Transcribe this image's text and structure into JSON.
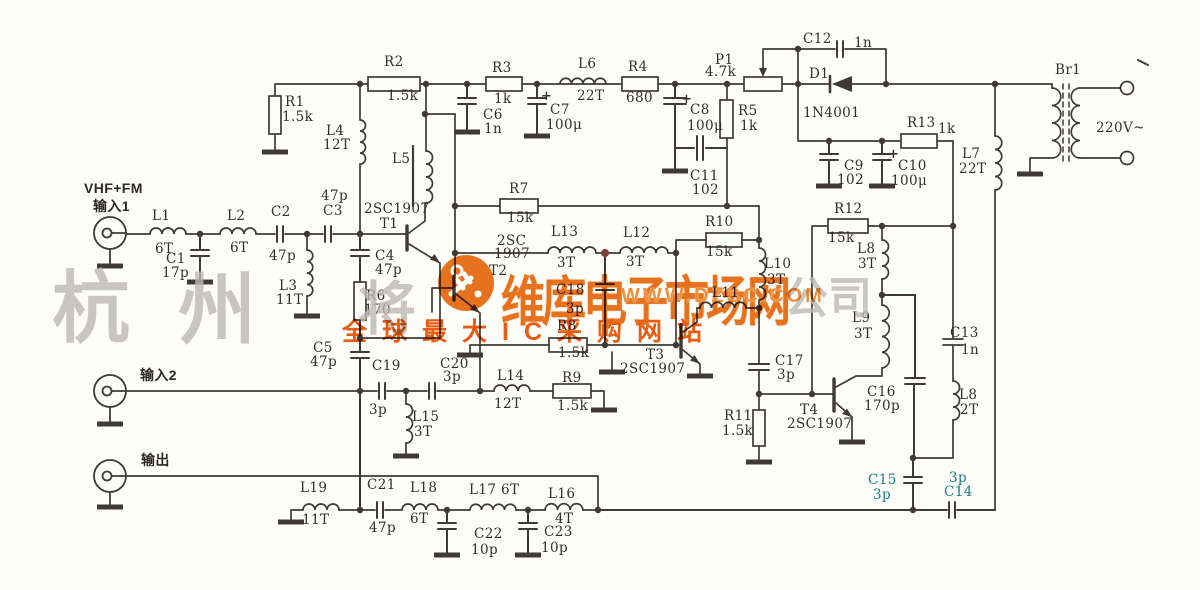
{
  "page": {
    "background": "#fdfdfa",
    "ink_color": "#3f3a33",
    "label_color": "#332f29",
    "teal_color": "#17807b",
    "accent_orange": "#e9731d",
    "slogan_orange": "#ea5c10"
  },
  "io": {
    "input1_line1": "VHF+FM",
    "input1_line2": "输入1",
    "input2": "输入2",
    "output": "输出",
    "mains": "220V~"
  },
  "watermark": {
    "title": "维库电子市场网",
    "url": "WWW.DZSC.COM",
    "slogan": "全球最大IC采购网站",
    "company": [
      "杭",
      "州",
      "将",
      "公",
      "司"
    ],
    "logo_icon": "dzsc-orange-circle-logo"
  },
  "labels": [
    [
      "VHF+FM",
      84,
      181,
      "cjk"
    ],
    [
      "输入1",
      93,
      199,
      "cjk"
    ],
    [
      "L1",
      152,
      210,
      ""
    ],
    [
      "6T",
      155,
      243,
      ""
    ],
    [
      "C1",
      166,
      253,
      ""
    ],
    [
      "17p",
      162,
      267,
      ""
    ],
    [
      "L2",
      227,
      210,
      ""
    ],
    [
      "6T",
      230,
      242,
      ""
    ],
    [
      "C2",
      271,
      206,
      ""
    ],
    [
      "47p",
      269,
      250,
      ""
    ],
    [
      "L3",
      279,
      280,
      ""
    ],
    [
      "11T",
      276,
      294,
      ""
    ],
    [
      "47p",
      321,
      190,
      ""
    ],
    [
      "C3",
      323,
      205,
      ""
    ],
    [
      "R1",
      285,
      96,
      ""
    ],
    [
      "1.5k",
      282,
      111,
      ""
    ],
    [
      "R2",
      384,
      56,
      ""
    ],
    [
      "1.5k",
      387,
      90,
      ""
    ],
    [
      "L4",
      326,
      125,
      ""
    ],
    [
      "12T",
      323,
      139,
      ""
    ],
    [
      "L5",
      392,
      153,
      ""
    ],
    [
      "2SC1907",
      364,
      203,
      ""
    ],
    [
      "T1",
      380,
      218,
      ""
    ],
    [
      "C4",
      375,
      250,
      ""
    ],
    [
      "47p",
      375,
      264,
      ""
    ],
    [
      "R6",
      366,
      290,
      ""
    ],
    [
      "170",
      364,
      304,
      ""
    ],
    [
      "C5",
      313,
      342,
      ""
    ],
    [
      "47p",
      310,
      356,
      ""
    ],
    [
      "C6",
      483,
      109,
      ""
    ],
    [
      "1n",
      484,
      123,
      ""
    ],
    [
      "R3",
      492,
      62,
      ""
    ],
    [
      "1k",
      494,
      93,
      ""
    ],
    [
      "+",
      541,
      90,
      "plus"
    ],
    [
      "C7",
      550,
      104,
      ""
    ],
    [
      "100μ",
      546,
      119,
      ""
    ],
    [
      "L6",
      578,
      58,
      ""
    ],
    [
      "22T",
      577,
      90,
      ""
    ],
    [
      "R4",
      628,
      61,
      ""
    ],
    [
      "680",
      626,
      92,
      ""
    ],
    [
      "+",
      681,
      93,
      "plus"
    ],
    [
      "C8",
      690,
      104,
      ""
    ],
    [
      "100μ",
      687,
      120,
      ""
    ],
    [
      "C11",
      690,
      170,
      ""
    ],
    [
      "102",
      692,
      184,
      ""
    ],
    [
      "P1",
      715,
      54,
      ""
    ],
    [
      "4.7k",
      705,
      66,
      ""
    ],
    [
      "R5",
      738,
      105,
      ""
    ],
    [
      "1k",
      740,
      120,
      ""
    ],
    [
      "C12",
      803,
      33,
      ""
    ],
    [
      "1n",
      854,
      37,
      ""
    ],
    [
      "D1",
      809,
      68,
      ""
    ],
    [
      "1N4001",
      803,
      107,
      ""
    ],
    [
      "R13",
      907,
      117,
      ""
    ],
    [
      "1k",
      938,
      123,
      ""
    ],
    [
      "C9",
      844,
      160,
      ""
    ],
    [
      "102",
      837,
      174,
      ""
    ],
    [
      "+",
      888,
      148,
      "plus"
    ],
    [
      "C10",
      898,
      160,
      ""
    ],
    [
      "100μ",
      891,
      175,
      ""
    ],
    [
      "L7",
      962,
      148,
      ""
    ],
    [
      "22T",
      959,
      163,
      ""
    ],
    [
      "Br1",
      1055,
      64,
      ""
    ],
    [
      "220V~",
      1096,
      122,
      ""
    ],
    [
      "R7",
      509,
      183,
      ""
    ],
    [
      "15k",
      507,
      212,
      ""
    ],
    [
      "2SC",
      497,
      235,
      ""
    ],
    [
      "1907",
      494,
      248,
      ""
    ],
    [
      "T2",
      489,
      265,
      ""
    ],
    [
      "L13",
      551,
      226,
      ""
    ],
    [
      "3T",
      557,
      257,
      ""
    ],
    [
      "L12",
      623,
      227,
      ""
    ],
    [
      "3T",
      626,
      256,
      ""
    ],
    [
      "C18",
      556,
      284,
      ""
    ],
    [
      "3p",
      566,
      303,
      ""
    ],
    [
      "R8",
      557,
      320,
      ""
    ],
    [
      "1.5k",
      558,
      347,
      ""
    ],
    [
      "T3",
      646,
      349,
      ""
    ],
    [
      "2SC1907",
      620,
      363,
      ""
    ],
    [
      "R10",
      705,
      216,
      ""
    ],
    [
      "15k",
      706,
      246,
      ""
    ],
    [
      "L10",
      764,
      258,
      ""
    ],
    [
      "3T",
      767,
      274,
      ""
    ],
    [
      "L11",
      712,
      287,
      ""
    ],
    [
      "R12",
      834,
      203,
      ""
    ],
    [
      "15k",
      828,
      232,
      ""
    ],
    [
      "L8",
      857,
      243,
      ""
    ],
    [
      "3T",
      858,
      258,
      ""
    ],
    [
      "L9",
      852,
      312,
      ""
    ],
    [
      "3T",
      854,
      328,
      ""
    ],
    [
      "C13",
      950,
      327,
      ""
    ],
    [
      "1n",
      961,
      344,
      ""
    ],
    [
      "C16",
      867,
      386,
      ""
    ],
    [
      "170p",
      864,
      400,
      ""
    ],
    [
      "L8",
      959,
      389,
      ""
    ],
    [
      "2T",
      960,
      404,
      ""
    ],
    [
      "C17",
      775,
      355,
      ""
    ],
    [
      "3p",
      777,
      369,
      ""
    ],
    [
      "R11",
      724,
      410,
      ""
    ],
    [
      "1.5k",
      722,
      425,
      ""
    ],
    [
      "T4",
      800,
      404,
      ""
    ],
    [
      "2SC1907",
      787,
      418,
      ""
    ],
    [
      "C15",
      868,
      474,
      "teal"
    ],
    [
      "3p",
      873,
      489,
      "teal"
    ],
    [
      "3p",
      949,
      472,
      "teal"
    ],
    [
      "C14",
      944,
      486,
      "teal"
    ],
    [
      "输入2",
      140,
      368,
      "cjk"
    ],
    [
      "C19",
      372,
      360,
      ""
    ],
    [
      "3p",
      369,
      404,
      ""
    ],
    [
      "L15",
      412,
      411,
      ""
    ],
    [
      "3T",
      414,
      426,
      ""
    ],
    [
      "C20",
      440,
      358,
      ""
    ],
    [
      "3p",
      443,
      371,
      ""
    ],
    [
      "L14",
      497,
      370,
      ""
    ],
    [
      "12T",
      494,
      398,
      ""
    ],
    [
      "R9",
      562,
      372,
      ""
    ],
    [
      "1.5k",
      557,
      400,
      ""
    ],
    [
      "输出",
      141,
      453,
      "cjk"
    ],
    [
      "L19",
      300,
      482,
      ""
    ],
    [
      "11T",
      302,
      514,
      ""
    ],
    [
      "C21",
      367,
      479,
      ""
    ],
    [
      "47p",
      369,
      522,
      ""
    ],
    [
      "L18",
      410,
      482,
      ""
    ],
    [
      "6T",
      410,
      513,
      ""
    ],
    [
      "C22",
      474,
      528,
      ""
    ],
    [
      "10p",
      471,
      544,
      ""
    ],
    [
      "L17 6T",
      469,
      484,
      ""
    ],
    [
      "C23",
      544,
      526,
      ""
    ],
    [
      "10p",
      541,
      542,
      ""
    ],
    [
      "L16",
      548,
      488,
      ""
    ],
    [
      "4T",
      555,
      513,
      ""
    ]
  ]
}
